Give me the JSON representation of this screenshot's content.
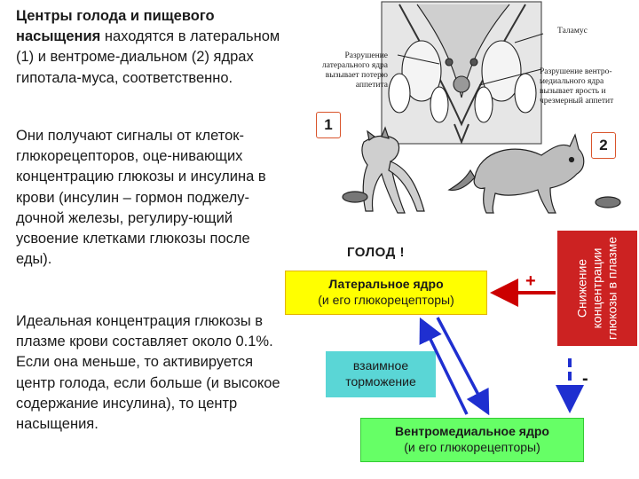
{
  "text": {
    "p1_bold": "Центры голода и пищевого насыщения",
    "p1_rest": " находятся в латеральном (1) и вентроме-диальном (2) ядрах гипотала-муса, соответственно.",
    "p2": "Они получают сигналы от клеток-глюкорецепторов, оце-нивающих концентрацию глюкозы и инсулина в крови (инсулин – гормон поджелу-дочной железы, регулиру-ющий усвоение клетками глюкозы после еды).",
    "p3": "Идеальная концентрация глюкозы в плазме крови составляет около 0.1%. Если она меньше, то активируется центр голода, если больше (и высокое содержание инсулина), то центр насыщения."
  },
  "illustration": {
    "marker_1": "1",
    "marker_2": "2",
    "caption_thalamus": "Таламус",
    "caption_lateral": "Разрушение латерального ядра вызывает потерю аппетита",
    "caption_vmh": "Разрушение вентро-медиального ядра вызывает ярость и чрезмерный аппетит"
  },
  "diagram": {
    "hunger_label": "ГОЛОД !",
    "lateral_title": "Латеральное ядро",
    "lateral_sub": "(и его глюкорецепторы)",
    "vmh_title": "Вентромедиальное ядро",
    "vmh_sub": "(и его глюкорецепторы)",
    "mutual_line1": "взаимное",
    "mutual_line2": "торможение",
    "glucose_label": "Снижение концентрации глюкозы в плазме",
    "plus_sign": "+",
    "minus_sign": "-"
  },
  "colors": {
    "lateral_box": "#ffff00",
    "vmh_box": "#66ff66",
    "mutual_box": "#5ad6d6",
    "glucose_box": "#cc2222",
    "arrow_blue": "#1f2fd0",
    "arrow_red": "#cc0000",
    "marker_border": "#d9542b"
  }
}
